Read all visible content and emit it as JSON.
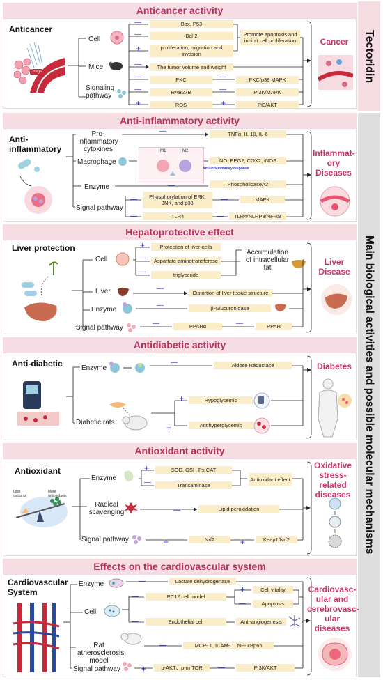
{
  "side": {
    "title1": "Tectoridin",
    "title2": "Main biological activities and possible molecular mechanisms"
  },
  "signs": {
    "minus": "—",
    "plus": "+"
  },
  "anticancer": {
    "title": "Anticancer activity",
    "label": "Anticancer",
    "drugs_tag": "Drugs",
    "cat_cell": "Cell",
    "cat_mice": "Mice",
    "cat_signal": "Signaling pathway",
    "cell_targets": [
      "Bax, P53",
      "Bcl-2",
      "proliferation, migration and invasion"
    ],
    "cell_effect": "Promote apoptosis and inhibit cell proliferation",
    "mice_effect": "The tumor volume and weight",
    "signal_left": [
      "PKC",
      "RAB27B",
      "ROS"
    ],
    "signal_right": [
      "PKC/p38 MAPK",
      "PI3K/MAPK",
      "PI3/AKT"
    ],
    "result": "Cancer"
  },
  "antiinflammatory": {
    "title": "Anti-inflammatory activity",
    "label": "Anti-inflammatory",
    "cat_cytokines": "Pro-inflammatory cytokines",
    "cat_macrophage": "Macrophage",
    "cat_enzyme": "Enzyme",
    "cat_signal": "Signal pathway",
    "m1": "M1",
    "m2": "M2",
    "antiinf_response": "Anti-inflammatory response",
    "cytokines": "TNFα, IL-1β, IL-6",
    "macrophage_out": "NO, PEG2, COX2, iNOS",
    "enzyme": "PhospholipaseA2",
    "signal_left": [
      "Phosphorylation of ERK, JNK, and p38",
      "TLR4"
    ],
    "signal_right": [
      "MAPK",
      "TLR4/NLRP3/NF-κB"
    ],
    "result": "Inflammat-ory Diseases"
  },
  "hepato": {
    "title": "Hepatoprotective effect",
    "label": "Liver protection",
    "cat_cell": "Cell",
    "cat_liver": "Liver",
    "cat_enzyme": "Enzyme",
    "cat_signal": "Signal pathway",
    "cell_items": [
      "Protection of liver cells",
      "Aspartate aminotransferase",
      "triglyceride"
    ],
    "cell_effect": "Accumulation of intracellular fat",
    "liver": "Distortion of liver tissue structure",
    "enzyme": "β-Glucuronidase",
    "signal_left": "PPARα",
    "signal_right": "PPAR",
    "result": "Liver Disease"
  },
  "antidiabetic": {
    "title": "Antidiabetic activity",
    "label": "Anti-diabetic",
    "cat_enzyme": "Enzyme",
    "cat_rats": "Diabetic rats",
    "enzyme": "Aldose Reductase",
    "rats_items": [
      "Hypoglycemic",
      "Antihyperglycemic"
    ],
    "result": "Diabetes"
  },
  "antioxidant": {
    "title": "Antioxidant activity",
    "label": "Antioxidant",
    "less_oxidants": "Less oxidants",
    "more_antioxidants": "More antioxidants",
    "cat_enzyme": "Enzyme",
    "cat_radical": "Radical scavenging",
    "cat_signal": "Signal pathway",
    "enzyme_items": [
      "SOD, GSH-Px,CAT",
      "Transaminase"
    ],
    "enzyme_effect": "Antioxidant effect",
    "radical": "Lipid peroxidation",
    "signal_left": "Nrf2",
    "signal_right": "Keap1/Nrf2",
    "result": "Oxidative stress-related diseases"
  },
  "cardio": {
    "title": "Effects on the cardiovascular system",
    "label": "Cardiovascular System",
    "cat_enzyme": "Enzyme",
    "cat_cell": "Cell",
    "cat_rat": "Rat atherosclerosis model",
    "cat_signal": "Signal pathway",
    "enzyme": "Lactate dehydrogenase",
    "cell_left": [
      "PC12 cell model",
      "Endothelial cell"
    ],
    "cell_right": [
      "Cell vitality",
      "Apoptosis",
      "Anti-angiogenesis"
    ],
    "rat": "MCP- 1, ICAM- 1, NF- κBp65",
    "signal_left": "p-AKT、p-m TOR",
    "signal_right": "PI3K/AKT",
    "result": "Cardiovasc-ular and cerebrovasc-ular diseases"
  },
  "colors": {
    "title": "#b7305a",
    "header_bg": "#f6dde3",
    "box": "#fcedc9",
    "result": "#c4366a",
    "sign": "#3b3bb0"
  }
}
